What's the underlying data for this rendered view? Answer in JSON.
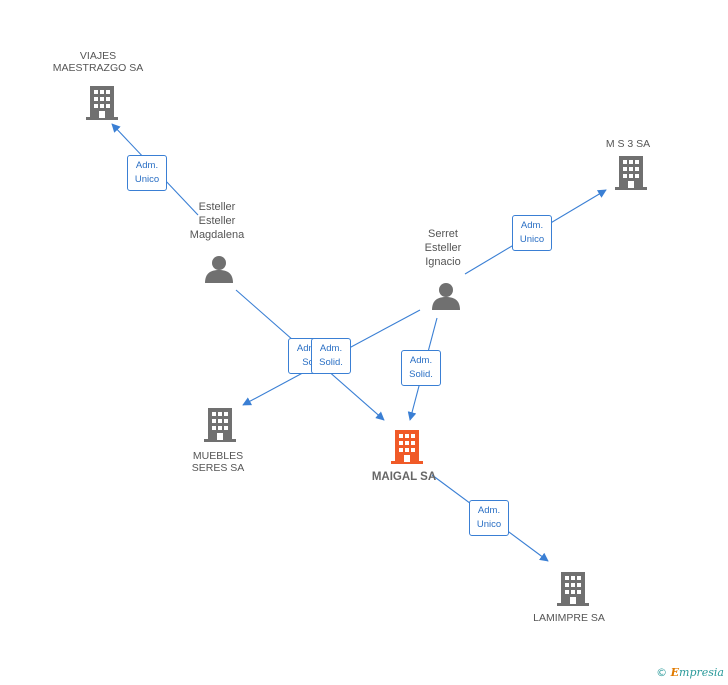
{
  "nodes": {
    "viajes": {
      "label_line1": "VIAJES",
      "label_line2": "MAESTRAZGO SA",
      "type": "company"
    },
    "ms3": {
      "label": "M S 3 SA",
      "type": "company"
    },
    "muebles": {
      "label_line1": "MUEBLES",
      "label_line2": "SERES SA",
      "type": "company"
    },
    "maigal": {
      "label": "MAIGAL SA",
      "type": "company-main"
    },
    "lamimpre": {
      "label": "LAMIMPRE SA",
      "type": "company"
    },
    "magdalena": {
      "line1": "Esteller",
      "line2": "Esteller",
      "line3": "Magdalena",
      "type": "person"
    },
    "ignacio": {
      "line1": "Serret",
      "line2": "Esteller",
      "line3": "Ignacio",
      "type": "person"
    }
  },
  "badges": {
    "b1": {
      "line1": "Adm.",
      "line2": "Unico"
    },
    "b2": {
      "line1": "Adm.",
      "line2": "Unico"
    },
    "b3": {
      "line1": "Adm.",
      "line2": "So"
    },
    "b4": {
      "line1": "Adm.",
      "line2": "Solid."
    },
    "b5": {
      "line1": "Adm.",
      "line2": "Solid."
    },
    "b6": {
      "line1": "Adm.",
      "line2": "Unico"
    }
  },
  "footer": {
    "copyright": "©",
    "brand_e": "E",
    "brand_rest": "mpresia"
  },
  "colors": {
    "edge": "#3a7fd4",
    "company": "#707070",
    "main": "#f05a28",
    "person": "#707070"
  }
}
